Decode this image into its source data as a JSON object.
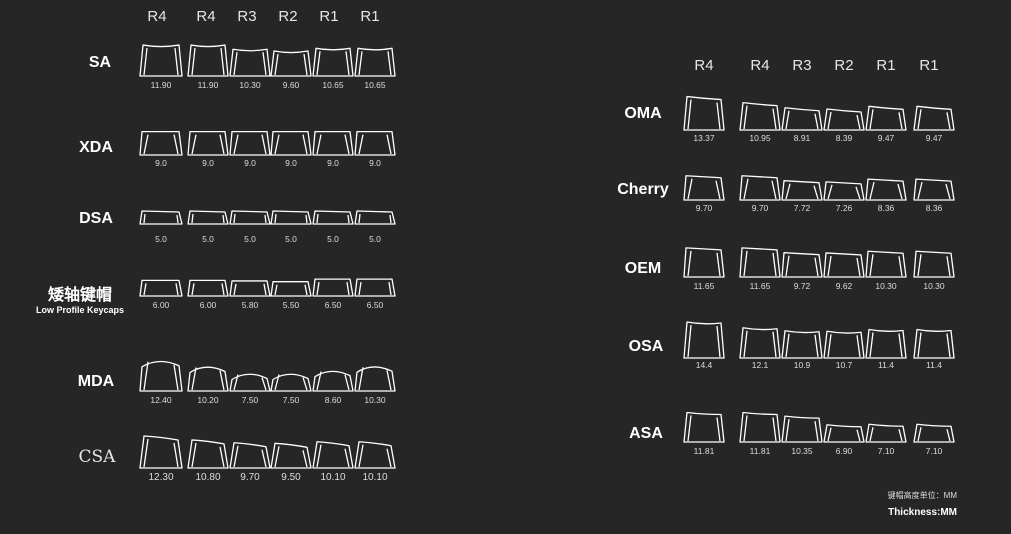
{
  "left_panel": {
    "row_headers": [
      "R4",
      "R4",
      "R3",
      "R2",
      "R1",
      "R1"
    ],
    "profiles": [
      {
        "name": "SA",
        "heights": [
          "11.90",
          "11.90",
          "10.30",
          "9.60",
          "10.65",
          "10.65"
        ]
      },
      {
        "name": "XDA",
        "heights": [
          "9.0",
          "9.0",
          "9.0",
          "9.0",
          "9.0",
          "9.0"
        ]
      },
      {
        "name": "DSA",
        "heights": [
          "5.0",
          "5.0",
          "5.0",
          "5.0",
          "5.0",
          "5.0"
        ]
      },
      {
        "name": "矮轴键帽",
        "subtitle": "Low Profile Keycaps",
        "heights": [
          "6.00",
          "6.00",
          "5.80",
          "5.50",
          "6.50",
          "6.50"
        ]
      },
      {
        "name": "MDA",
        "heights": [
          "12.40",
          "10.20",
          "7.50",
          "7.50",
          "8.60",
          "10.30"
        ]
      },
      {
        "name": "CSA",
        "heights": [
          "12.30",
          "10.80",
          "9.70",
          "9.50",
          "10.10",
          "10.10"
        ]
      }
    ]
  },
  "right_panel": {
    "row_headers": [
      "R4",
      "R4",
      "R3",
      "R2",
      "R1",
      "R1"
    ],
    "profiles": [
      {
        "name": "OMA",
        "heights": [
          "13.37",
          "10.95",
          "8.91",
          "8.39",
          "9.47",
          "9.47"
        ]
      },
      {
        "name": "Cherry",
        "heights": [
          "9.70",
          "9.70",
          "7.72",
          "7.26",
          "8.36",
          "8.36"
        ]
      },
      {
        "name": "OEM",
        "heights": [
          "11.65",
          "11.65",
          "9.72",
          "9.62",
          "10.30",
          "10.30"
        ]
      },
      {
        "name": "OSA",
        "heights": [
          "14.4",
          "12.1",
          "10.9",
          "10.7",
          "11.4",
          "11.4"
        ]
      },
      {
        "name": "ASA",
        "heights": [
          "11.81",
          "11.81",
          "10.35",
          "6.90",
          "7.10",
          "7.10"
        ]
      }
    ]
  },
  "footnotes": {
    "unit_cn": "键帽高度单位：MM",
    "unit_en": "Thickness:MM"
  },
  "colors": {
    "background": "#262626",
    "line": "#ffffff",
    "text": "#dcdcdc"
  }
}
